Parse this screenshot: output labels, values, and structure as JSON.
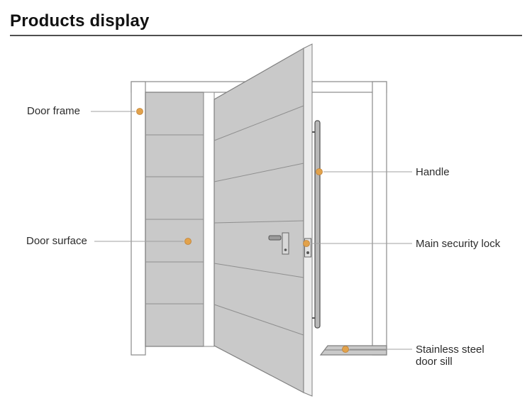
{
  "page": {
    "title": "Products display"
  },
  "diagram": {
    "labels": {
      "door_frame": "Door frame",
      "door_surface": "Door surface",
      "handle": "Handle",
      "main_security_lock": "Main security lock",
      "stainless_steel_door_sill": "Stainless steel door sill"
    },
    "markers": {
      "color": "#e2a24b",
      "border": "#c08236"
    },
    "colors": {
      "door_fill": "#c9c9c9",
      "door_edge_fill": "#ececec",
      "outline": "#8a8a8a",
      "leader_line": "#a0a0a0",
      "divider": "#4f4f4f"
    }
  }
}
